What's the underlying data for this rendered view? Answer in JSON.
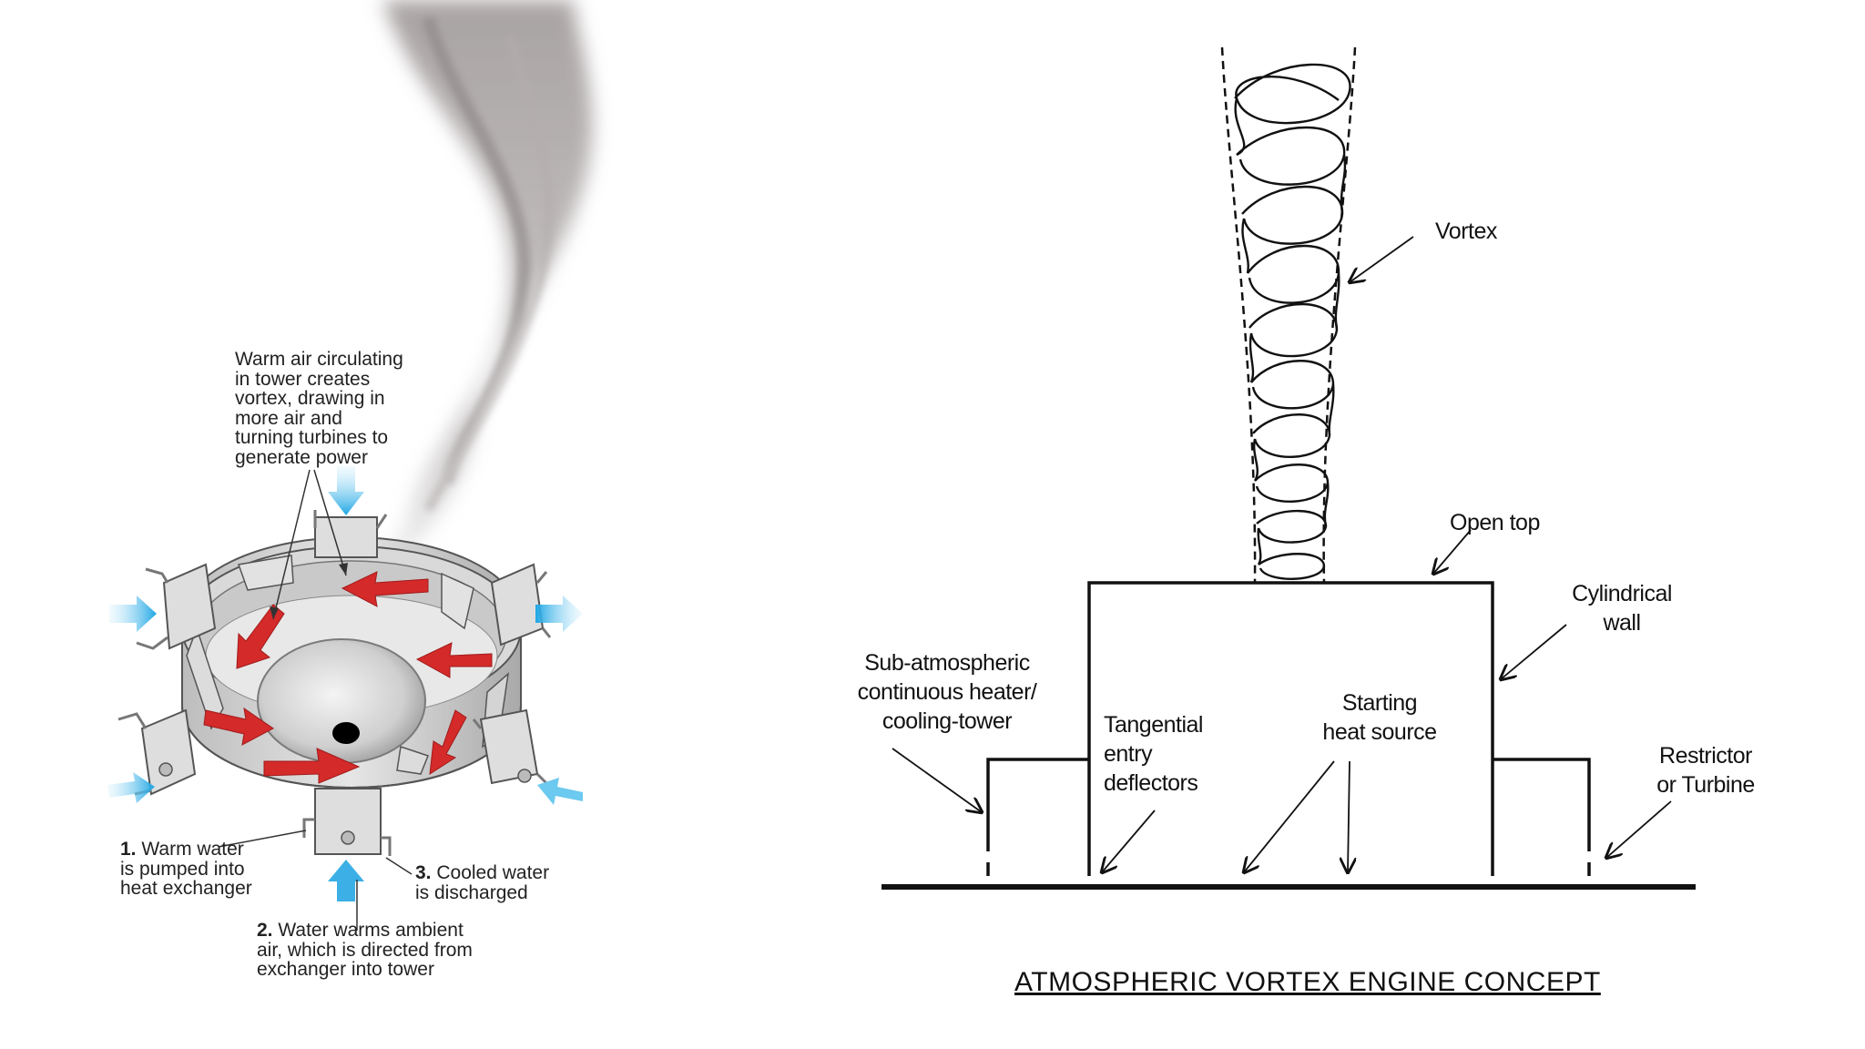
{
  "left_diagram": {
    "callout_vortex": "Warm air circulating\nin tower creates\nvortex, drawing in\nmore air and\nturning turbines to\ngenerate power",
    "callout_step1": {
      "num": "1.",
      "text": " Warm water\nis pumped into\nheat exchanger"
    },
    "callout_step2": {
      "num": "2.",
      "text": " Water warms ambient\nair, which is directed from\nexchanger into tower"
    },
    "callout_step3": {
      "num": "3.",
      "text": " Cooled water\nis discharged"
    },
    "colors": {
      "airflow_arrows": "#d42a2a",
      "intake_arrows": "#2aa9e0",
      "structure": "#c8c8c8"
    }
  },
  "right_diagram": {
    "label_vortex": "Vortex",
    "label_open_top": "Open top",
    "label_cylindrical_wall": "Cylindrical\nwall",
    "label_heater": "Sub-atmospheric\ncontinuous heater/\ncooling-tower",
    "label_deflectors": "Tangential\nentry\ndeflectors",
    "label_heat_source": "Starting\nheat source",
    "label_restrictor": "Restrictor\nor Turbine",
    "title": "ATMOSPHERIC VORTEX ENGINE CONCEPT"
  }
}
